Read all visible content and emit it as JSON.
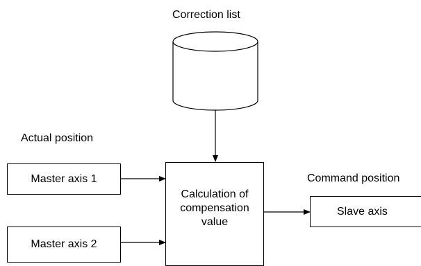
{
  "database": {
    "label": "Correction list"
  },
  "inputs": {
    "heading": "Actual position",
    "master1": "Master axis 1",
    "master2": "Master axis 2"
  },
  "processor": {
    "line1": "Calculation of",
    "line2": "compensation",
    "line3": "value"
  },
  "output": {
    "heading": "Command position",
    "slave": "Slave axis"
  }
}
